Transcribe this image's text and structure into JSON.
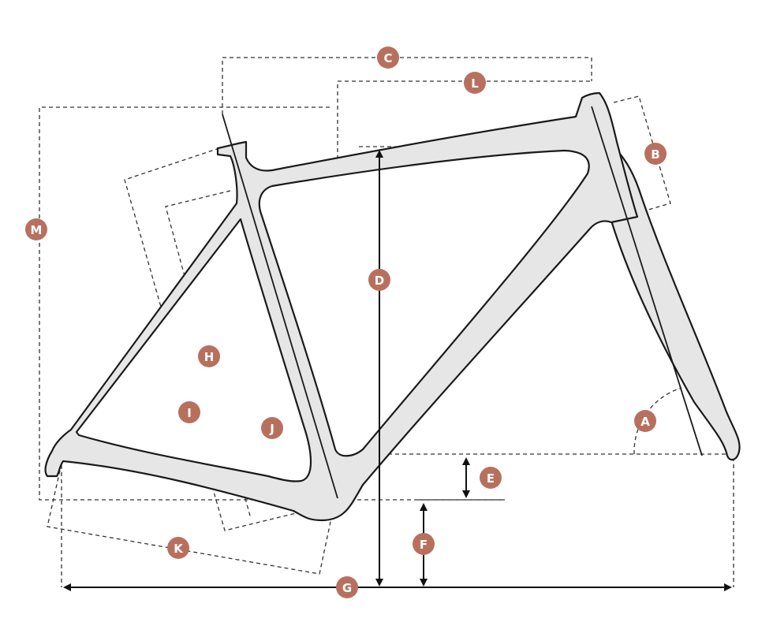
{
  "colors": {
    "badge": "#b8705e",
    "frame_fill": "#e6e6e6",
    "line": "#1a1a1a"
  },
  "labels": {
    "A": "A",
    "B": "B",
    "C": "C",
    "D": "D",
    "E": "E",
    "F": "F",
    "G": "G",
    "H": "H",
    "I": "I",
    "J": "J",
    "K": "K",
    "L": "L",
    "M": "M"
  }
}
